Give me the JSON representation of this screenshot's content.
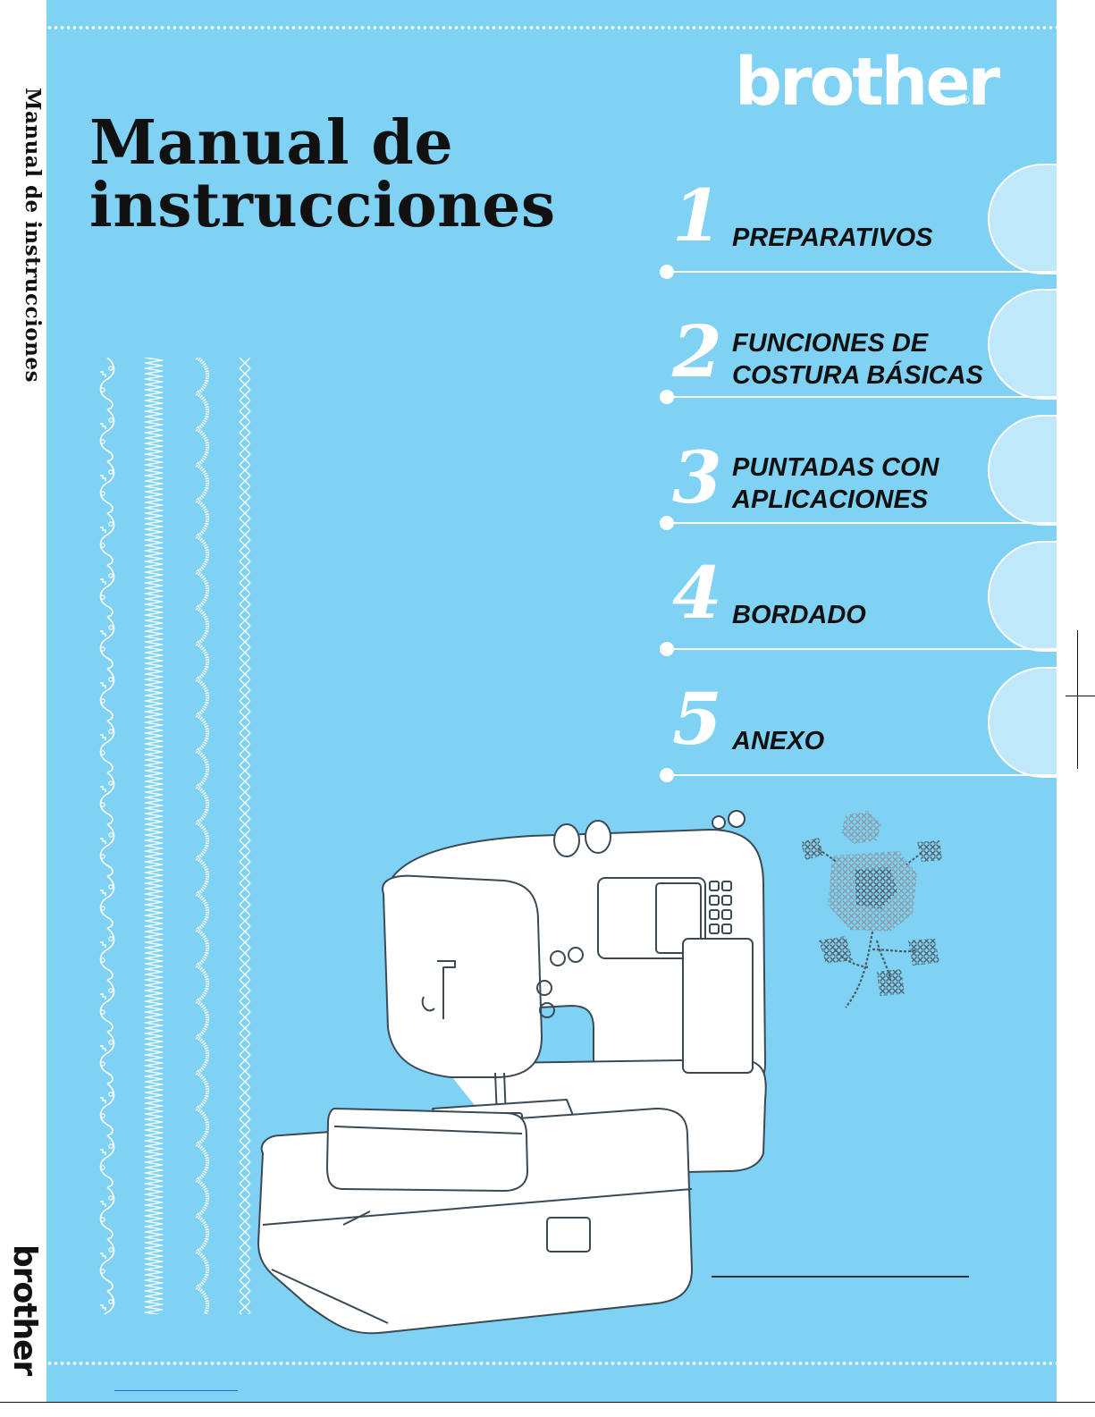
{
  "spine": {
    "title": "Manual de instrucciones",
    "brand": "brother"
  },
  "brand": {
    "name": "brother",
    "registered_mark": "®"
  },
  "title": {
    "line1": "Manual de",
    "line2": "instrucciones"
  },
  "chapters": [
    {
      "number": "1",
      "line1": "PREPARATIVOS",
      "line2": ""
    },
    {
      "number": "2",
      "line1": "FUNCIONES DE",
      "line2": "COSTURA BÁSICAS"
    },
    {
      "number": "3",
      "line1": "PUNTADAS CON",
      "line2": "APLICACIONES"
    },
    {
      "number": "4",
      "line1": "BORDADO",
      "line2": ""
    },
    {
      "number": "5",
      "line1": "ANEXO",
      "line2": ""
    }
  ],
  "colors": {
    "cover_background": "#80d2f4",
    "tab_fill": "#bfe8fb",
    "accent_white": "#ffffff",
    "text_dark": "#111111"
  },
  "illustrations": {
    "stitch_patterns": [
      "decorative-floral-stitch-icon",
      "zigzag-stitch-icon",
      "scallop-stitch-icon",
      "cross-stitch-icon"
    ],
    "machine": "sewing-machine-icon",
    "embroidery": "cross-stitch-flower-icon"
  }
}
